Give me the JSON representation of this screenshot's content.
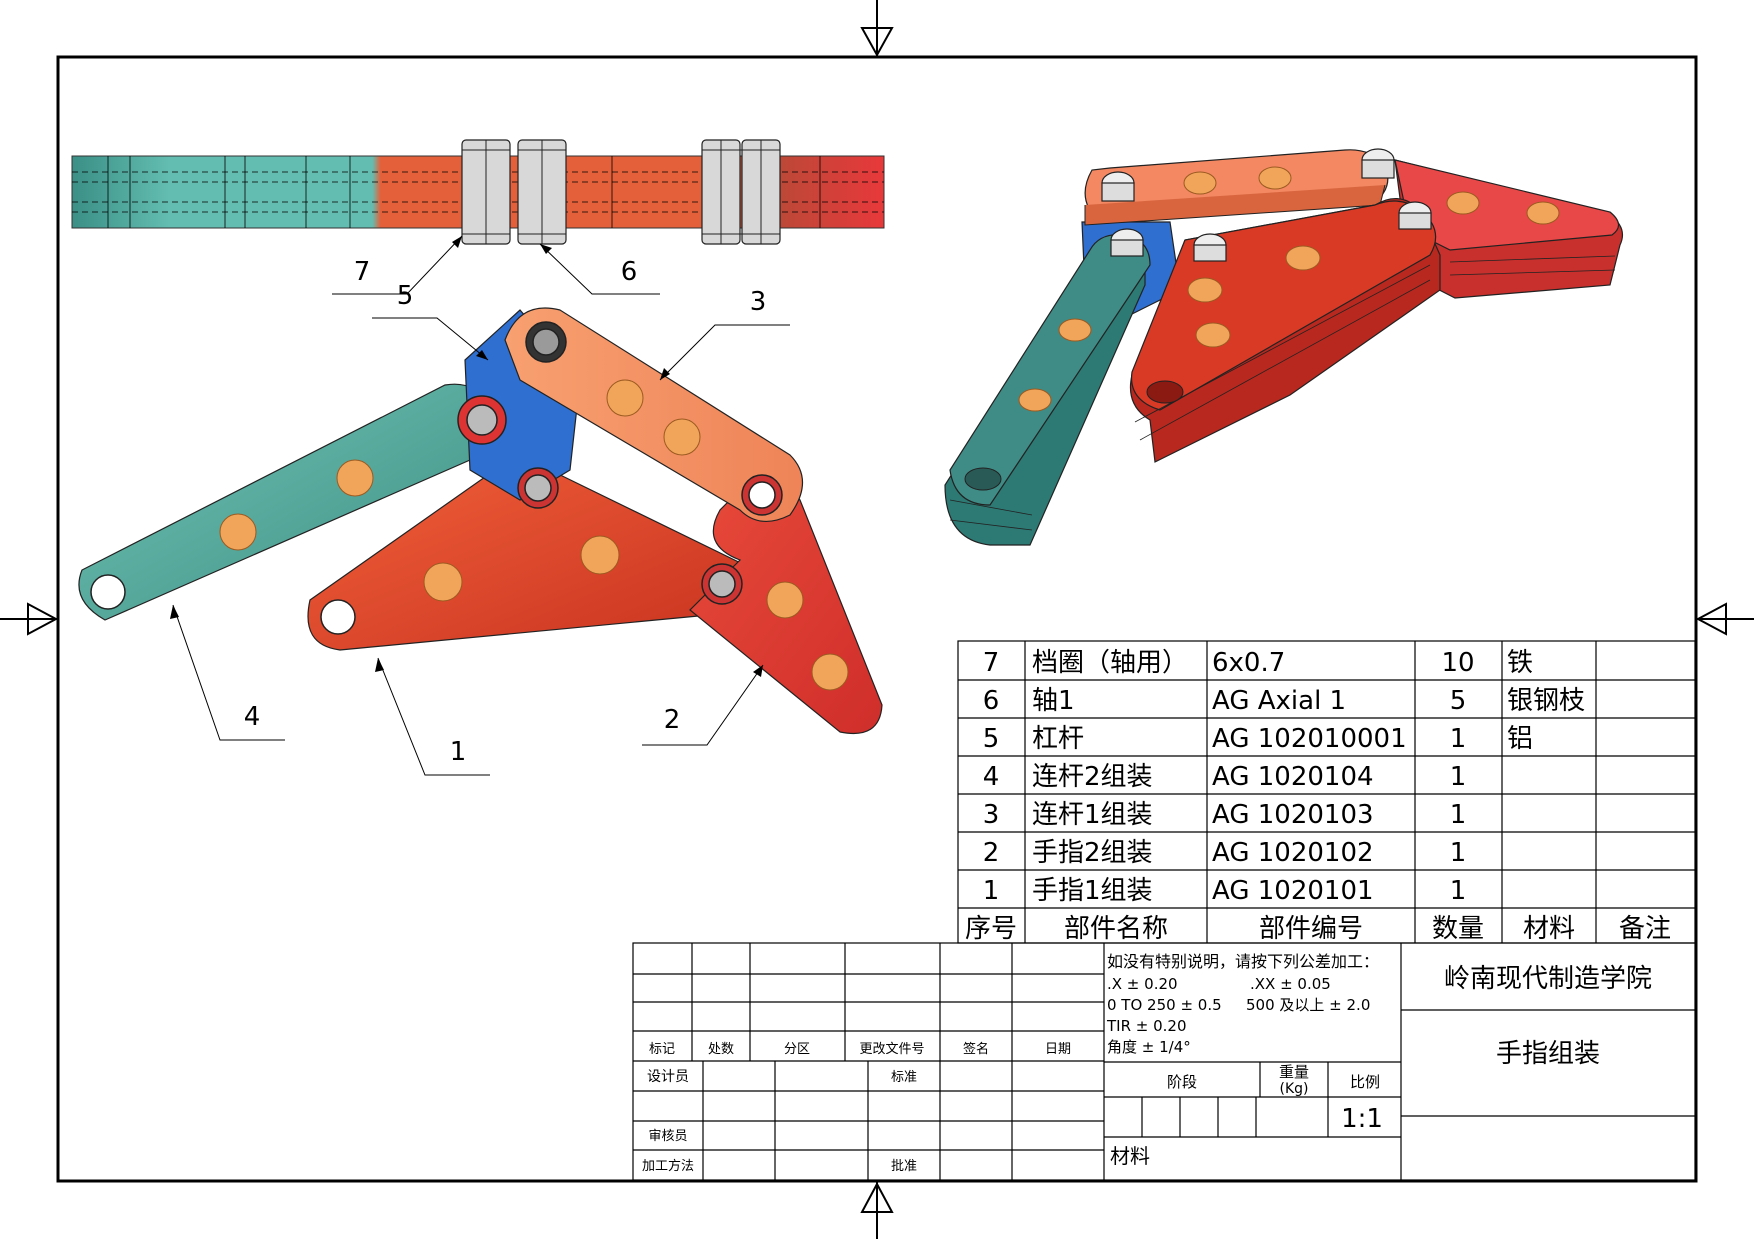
{
  "balloons": {
    "view_top": [
      "7",
      "6"
    ],
    "view_front": [
      "5",
      "3",
      "4",
      "1",
      "2"
    ]
  },
  "bom": {
    "rows": [
      {
        "seq": "7",
        "name": "档圈（轴用）",
        "code": "6x0.7",
        "qty": "10",
        "material": "铁",
        "note": ""
      },
      {
        "seq": "6",
        "name": "轴1",
        "code": "AG Axial 1",
        "qty": "5",
        "material": "银钢枝",
        "note": ""
      },
      {
        "seq": "5",
        "name": "杠杆",
        "code": "AG 102010001",
        "qty": "1",
        "material": "铝",
        "note": ""
      },
      {
        "seq": "4",
        "name": "连杆2组装",
        "code": "AG 1020104",
        "qty": "1",
        "material": "",
        "note": ""
      },
      {
        "seq": "3",
        "name": "连杆1组装",
        "code": "AG 1020103",
        "qty": "1",
        "material": "",
        "note": ""
      },
      {
        "seq": "2",
        "name": "手指2组装",
        "code": "AG 1020102",
        "qty": "1",
        "material": "",
        "note": ""
      },
      {
        "seq": "1",
        "name": "手指1组装",
        "code": "AG 1020101",
        "qty": "1",
        "material": "",
        "note": ""
      }
    ],
    "header": {
      "seq": "序号",
      "name": "部件名称",
      "code": "部件编号",
      "qty": "数量",
      "material": "材料",
      "note": "备注"
    }
  },
  "title_block": {
    "rev_headers": [
      "标记",
      "处数",
      "分区",
      "更改文件号",
      "签名",
      "日期"
    ],
    "sign_labels": {
      "designer": "设计员",
      "standard": "标准",
      "reviewer": "审核员",
      "process": "加工方法",
      "approve": "批准"
    },
    "tolerance": {
      "line1": "如没有特别说明，请按下列公差加工：",
      "line2a": ".X ± 0.20",
      "line2b": ".XX ± 0.05",
      "line3a": "0 TO 250 ± 0.5",
      "line3b": "500 及以上 ± 2.0",
      "line4": "TIR ± 0.20",
      "line5": "角度 ± 1/4°"
    },
    "stage_label": "阶段",
    "weight_label": "重量",
    "weight_unit": "(Kg)",
    "scale_label": "比例",
    "scale_value": "1:1",
    "material_label": "材料",
    "school": "岭南现代制造学院",
    "drawing_title": "手指组装"
  },
  "colors": {
    "teal": "#4fa89a",
    "orange_red": "#e8532e",
    "light_orange": "#f4956a",
    "red": "#d9392e",
    "blue": "#2f6fd0",
    "hole": "#f0a55a"
  }
}
